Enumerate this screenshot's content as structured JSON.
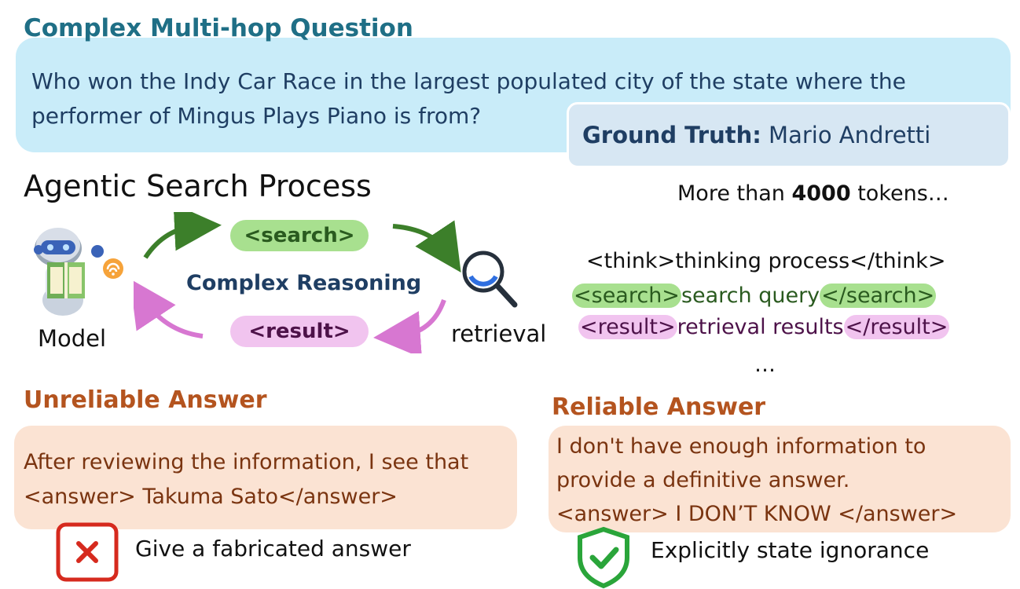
{
  "question": {
    "heading": "Complex Multi-hop Question",
    "text": "Who won the Indy Car Race in the largest populated city of the state where the performer of Mingus Plays Piano is from?"
  },
  "ground_truth": {
    "label": "Ground Truth:",
    "value": "Mario Andretti"
  },
  "process": {
    "title": "Agentic Search Process",
    "search_tag": "<search>",
    "result_tag": "<result>",
    "reasoning": "Complex Reasoning",
    "model_label": "Model",
    "retrieval_label": "retrieval"
  },
  "trace": {
    "tokens_prefix": "More than ",
    "tokens_count": "4000",
    "tokens_suffix": " tokens…",
    "think_line": "<think>thinking process</think>",
    "search_open": "<search>",
    "search_text": "search query",
    "search_close": "</search>",
    "result_open": "<result>",
    "result_text": "retrieval results",
    "result_close": "</result>",
    "ellipsis": "…"
  },
  "unreliable": {
    "heading": "Unreliable Answer",
    "line1": "After reviewing the information, I see that",
    "line2": "<answer> Takuma Sato</answer>",
    "caption": "Give a fabricated answer",
    "icon": "cross-icon",
    "color": "#d62a1e"
  },
  "reliable": {
    "heading": "Reliable Answer",
    "line1": "I don't have enough information to",
    "line2": "provide a definitive answer.",
    "line3": "<answer> I DON’T KNOW </answer>",
    "caption": "Explicitly state ignorance",
    "icon": "shield-check-icon",
    "color": "#2aa53a"
  },
  "colors": {
    "teal_heading": "#1f6f86",
    "brown_heading": "#b4541f",
    "question_box": "#c9ecf9",
    "answer_box": "#fbe3d3",
    "search_green": "#a8e08f",
    "result_pink": "#f1c4ef"
  }
}
